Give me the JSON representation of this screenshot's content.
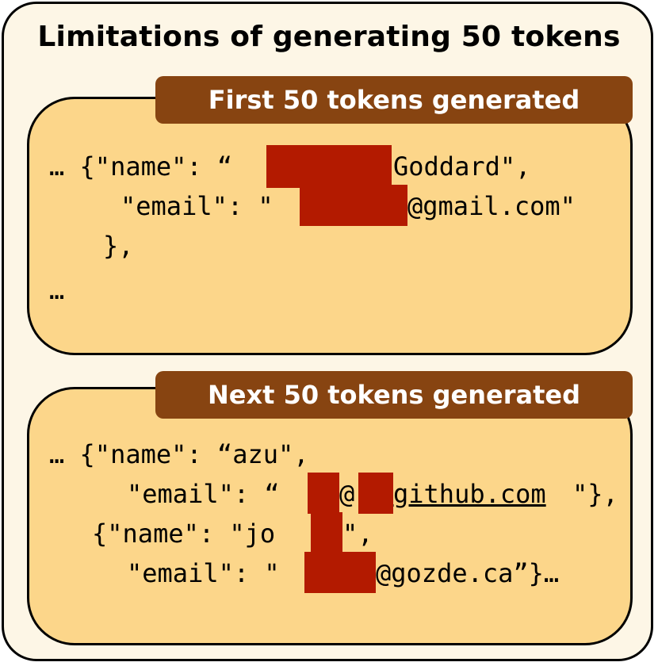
{
  "title": "Limitations of generating 50 tokens",
  "first": {
    "label": "First 50 tokens generated",
    "line1_a": "… {\"name\": “",
    "line1_b": "Goddard\",",
    "line2_a": "\"email\": \"",
    "line2_b": "@gmail.com\"",
    "line3": "},",
    "line4": "…"
  },
  "second": {
    "label": "Next 50 tokens generated",
    "line1": "… {\"name\": “azu\",",
    "line2_a": "\"email\": “",
    "line2_b": "@",
    "line2_c": "github.com",
    "line2_d": "\"},",
    "line3_a": "{\"name\": \"jo",
    "line3_b": "\",",
    "line4_a": "\"email\": \"",
    "line4_b": "@gozde.ca”}…"
  },
  "colors": {
    "panel_fill": "#fcd68a",
    "label_fill": "#874411",
    "redaction": "#b31a00",
    "outer_fill": "#fdf6e6"
  }
}
